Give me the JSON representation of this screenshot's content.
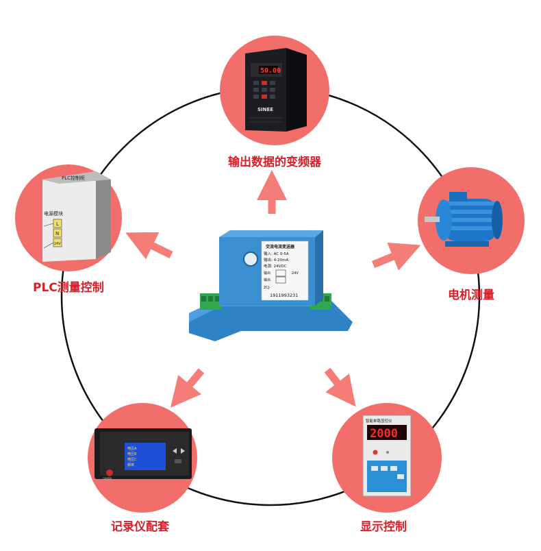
{
  "center": {
    "title": "交流电流变送器",
    "line1": "输入: AC 0-5A",
    "line2": "输出: 4-20mA",
    "line3": "电源: 24VDC",
    "model": "ZCJ-",
    "serial": "1911993231",
    "port_left": "输出",
    "port_right": "24V"
  },
  "nodes": {
    "inverter": {
      "label": "输出数据的变频器",
      "display": "50.00",
      "brand": "SINEE"
    },
    "motor": {
      "label": "电机测量"
    },
    "plc": {
      "label": "PLC测量控制",
      "box_title": "PLC控制柜",
      "module": "电源模块",
      "t1": "L",
      "t2": "N",
      "t3": "24V"
    },
    "recorder": {
      "label": "记录仪配套",
      "rows": [
        "电压A",
        "电压B",
        "电压C",
        "频率"
      ],
      "brand": "GIMEN"
    },
    "display": {
      "label": "显示控制",
      "title": "智能单路显控仪",
      "value": "2000"
    }
  },
  "colors": {
    "ring": "#f26e6a",
    "label": "#d8202a",
    "arrow": "#f47d77",
    "device": "#3a8fd0"
  }
}
